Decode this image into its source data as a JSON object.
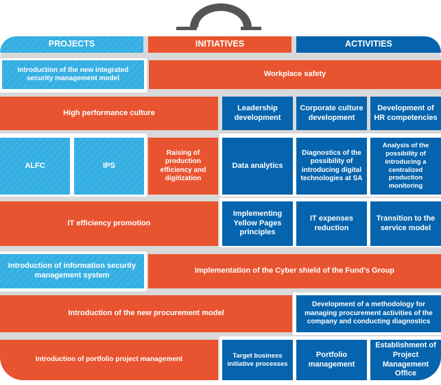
{
  "colors": {
    "initiative": "#e8542f",
    "activity": "#0564ad",
    "project": "#33aee3",
    "background": "#d9d9d9",
    "handle": "#555555"
  },
  "headers": {
    "projects": "PROJECTS",
    "initiatives": "INITIATIVES",
    "activities": "ACTIVITIES"
  },
  "rows": {
    "r1": {
      "project": "Introduction of the new integrated security management model",
      "initiative": "Workplace safety"
    },
    "r2": {
      "initiative": "High performance culture",
      "activities": [
        "Leadership development",
        "Corporate culture development",
        "Development of HR competencies"
      ]
    },
    "r3": {
      "projects": [
        "ALFC",
        "IPS"
      ],
      "initiative": "Raising of production efficiency and digitization",
      "activities": [
        "Data analytics",
        "Diagnostics of the possibility of introducing digital technologies at SA",
        "Analysis of the possibility of introducing a centralized production monitoring"
      ]
    },
    "r4": {
      "initiative": "IT efficiency promotion",
      "activities": [
        "Implementing Yellow Pages principles",
        "IT expenses reduction",
        "Transition to the service model"
      ]
    },
    "r5": {
      "project": "Introduction of information security management system",
      "initiative": "Implementation of the Cyber shield of the Fund's Group"
    },
    "r6": {
      "initiative": "Introduction of the new procurement model",
      "activity": "Development of a methodology for managing procurement activities of the company and conducting diagnostics"
    },
    "r7": {
      "initiative": "Introduction of portfolio project management",
      "activities": [
        "Target business initiative processes",
        "Portfolio management",
        "Establishment of Project Management Office"
      ]
    }
  }
}
